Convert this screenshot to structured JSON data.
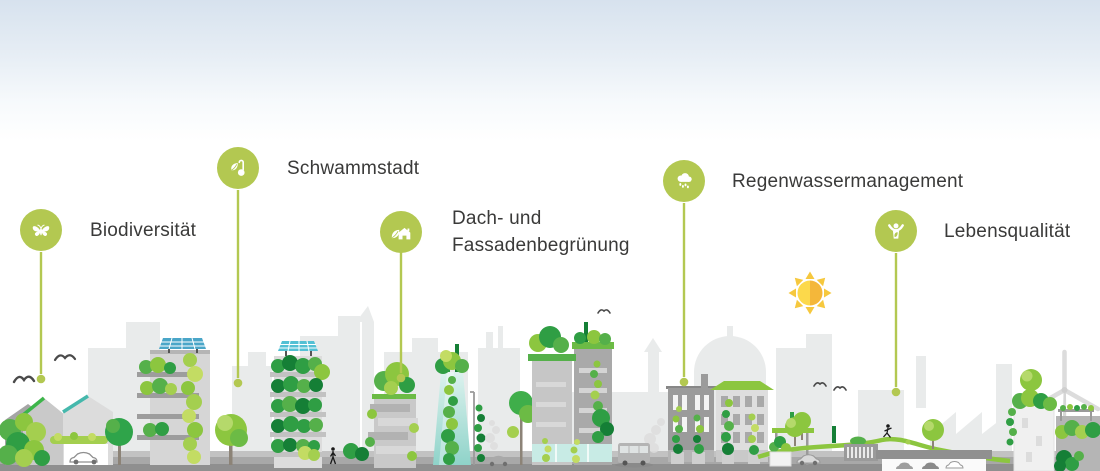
{
  "title": "Green city infographic",
  "callouts": [
    {
      "icon": "butterfly-icon",
      "text": "Biodiversität"
    },
    {
      "icon": "thermometer-leaf-icon",
      "text": "Schwammstadt"
    },
    {
      "icon": "house-leaf-icon",
      "lines": [
        "Dach- und",
        "Fassadenbegrünung"
      ]
    },
    {
      "icon": "rain-cloud-icon",
      "text": "Regenwassermanagement"
    },
    {
      "icon": "person-leaf-icon",
      "text": "Lebensqualität"
    }
  ],
  "colors": {
    "accent_green": "#b3c851",
    "label_text": "#3a3a39",
    "sky_top": "#d7e2ee",
    "foliage_light": "#c3dc63",
    "foliage_yellow_green": "#a4cf4f",
    "foliage_green": "#8cc63f",
    "foliage_mid": "#55b04a",
    "foliage_dark": "#2f9e44",
    "foliage_darkest": "#157f36",
    "glass_teal": "#8fd3c9",
    "solar_blue": "#4aa6c8",
    "sun_light": "#fcd94b",
    "sun_dark": "#f4b73a",
    "silhouette_gray": "#e9ebeb",
    "building_gray": "#b8b8b8",
    "road_gray": "#8f8f8f"
  }
}
